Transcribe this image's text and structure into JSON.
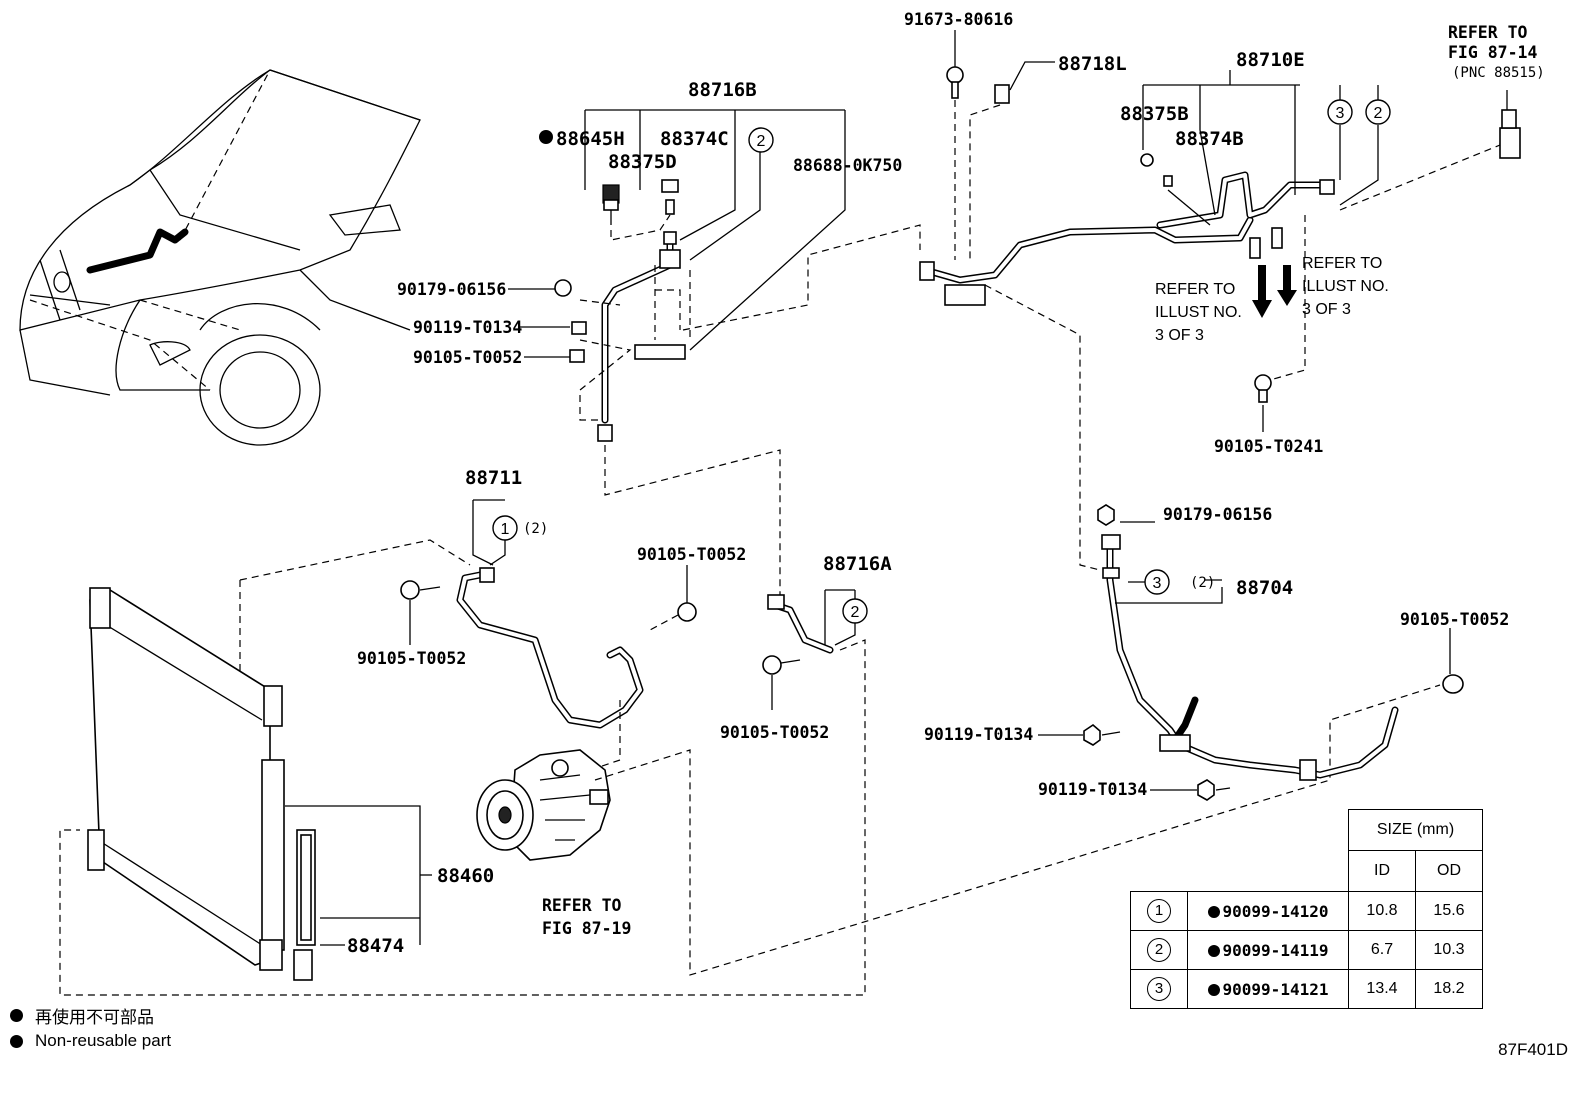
{
  "labels": {
    "p88716B": "88716B",
    "p88645H": "88645H",
    "p88374C": "88374C",
    "p88375D": "88375D",
    "p88688": "88688-0K750",
    "p90179a": "90179-06156",
    "p90119a": "90119-T0134",
    "p90105a": "90105-T0052",
    "p91673": "91673-80616",
    "p88718L": "88718L",
    "p88710E": "88710E",
    "p88375B": "88375B",
    "p88374B": "88374B",
    "p90105_T0241": "90105-T0241",
    "p88711": "88711",
    "p90105b": "90105-T0052",
    "p90105c": "90105-T0052",
    "p88716A": "88716A",
    "p90105d": "90105-T0052",
    "p90179b": "90179-06156",
    "p88704": "88704",
    "p90105e": "90105-T0052",
    "p90119b": "90119-T0134",
    "p90119c": "90119-T0134",
    "p88460": "88460",
    "p88474": "88474",
    "qty2a": "(2)",
    "qty2b": "(2)"
  },
  "refer_notes": {
    "fig8714_line1": "REFER TO",
    "fig8714_line2": "FIG 87-14",
    "fig8714_line3": "(PNC 88515)",
    "illust_a_1": "REFER TO",
    "illust_a_2": "ILLUST NO.",
    "illust_a_3": "3 OF 3",
    "illust_b_1": "REFER TO",
    "illust_b_2": "ILLUST NO.",
    "illust_b_3": "3 OF 3",
    "fig8719_1": "REFER TO",
    "fig8719_2": "FIG 87-19"
  },
  "circle_refs": {
    "one": "1",
    "two": "2",
    "three": "3"
  },
  "size_table": {
    "header": "SIZE (mm)",
    "col_id": "ID",
    "col_od": "OD",
    "rows": [
      {
        "ref": "1",
        "pnc": "90099-14120",
        "id": "10.8",
        "od": "15.6"
      },
      {
        "ref": "2",
        "pnc": "90099-14119",
        "id": "6.7",
        "od": "10.3"
      },
      {
        "ref": "3",
        "pnc": "90099-14121",
        "id": "13.4",
        "od": "18.2"
      }
    ]
  },
  "legend": {
    "jp": "再使用不可部品",
    "en": "Non-reusable part"
  },
  "figure_code": "87F401D"
}
